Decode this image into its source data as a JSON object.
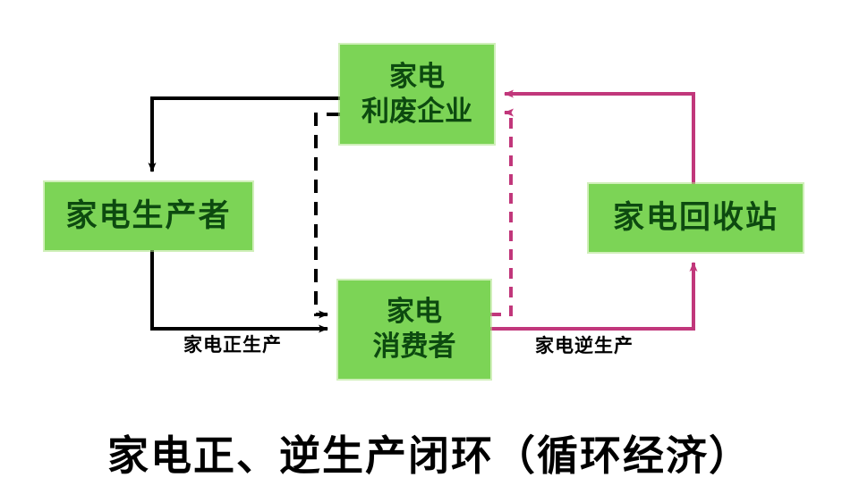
{
  "title": "家电正、逆生产闭环（循环经济）",
  "colors": {
    "box_fill_green": "#7cd456",
    "box_text_dark_green": "#0d4a10",
    "forward_flow_black": "#000000",
    "reverse_flow_pink": "#c1377b"
  },
  "nodes": {
    "recycler_enterprise": {
      "line1": "家电",
      "line2": "利废企业"
    },
    "producer": {
      "label": "家电生产者"
    },
    "collection_station": {
      "label": "家电回收站"
    },
    "consumer": {
      "line1": "家电",
      "line2": "消费者"
    }
  },
  "edge_labels": {
    "forward_production": "家电正生产",
    "reverse_production": "家电逆生产"
  },
  "edges": [
    {
      "from": "recycler_enterprise",
      "to": "producer",
      "style": "solid-black"
    },
    {
      "from": "producer",
      "to": "consumer",
      "style": "solid-black",
      "label": "家电正生产"
    },
    {
      "from": "recycler_enterprise",
      "to": "consumer",
      "style": "dashed-black"
    },
    {
      "from": "consumer",
      "to": "collection_station",
      "style": "solid-pink",
      "label": "家电逆生产"
    },
    {
      "from": "collection_station",
      "to": "recycler_enterprise",
      "style": "solid-pink"
    },
    {
      "from": "consumer",
      "to": "recycler_enterprise",
      "style": "dashed-pink"
    }
  ]
}
